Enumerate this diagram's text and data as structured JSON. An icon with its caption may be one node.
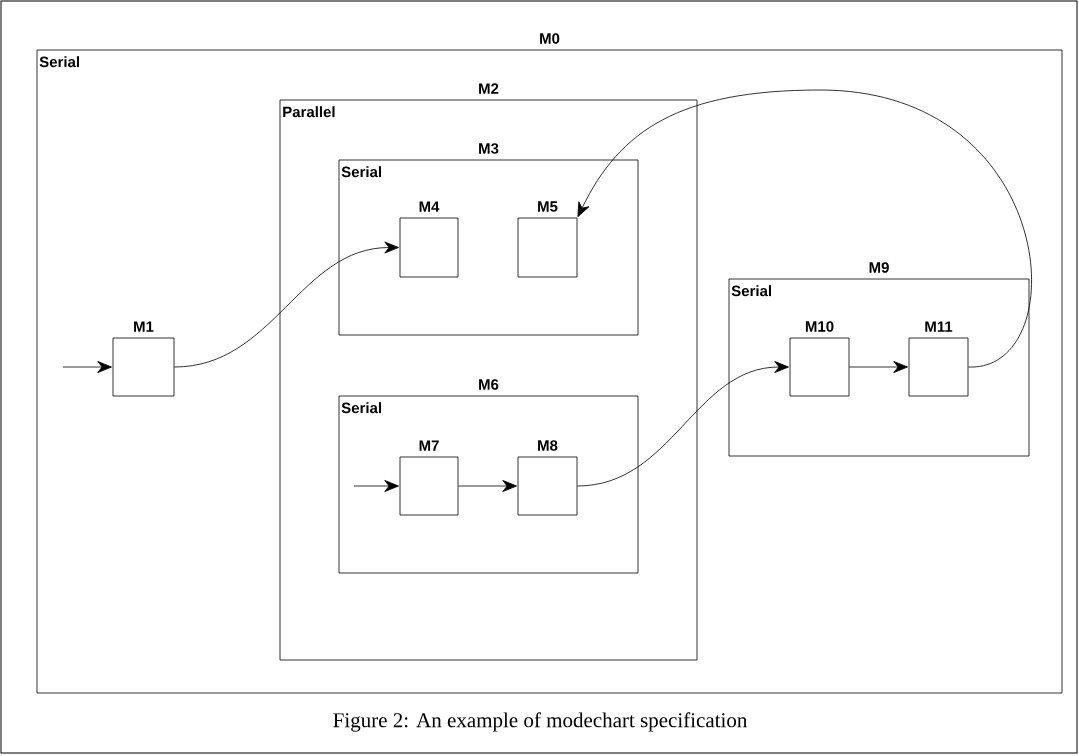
{
  "diagram": {
    "caption": "Figure 2: An example of modechart specification",
    "nodes": [
      {
        "text": [
          "M0",
          "Serial"
        ]
      },
      {
        "text": [
          "M1"
        ],
        "in": 0
      },
      {
        "text": [
          "M2",
          "Parallel"
        ],
        "in": 0
      },
      {
        "text": [
          "M3",
          "Serial"
        ],
        "in": 2
      },
      {
        "text": [
          "M4"
        ],
        "in": 3
      },
      {
        "text": [
          "M5"
        ],
        "in": 3
      },
      {
        "text": [
          "M6",
          "Serial"
        ],
        "in": 2
      },
      {
        "text": [
          "M7"
        ],
        "in": 6
      },
      {
        "text": [
          "M8"
        ],
        "in": 6
      },
      {
        "text": [
          "M9",
          "Serial"
        ],
        "in": 0
      },
      {
        "text": [
          "M10"
        ],
        "in": 9
      },
      {
        "text": [
          "M11"
        ],
        "in": 9
      }
    ],
    "edges": [
      {
        "from": null,
        "to": 1,
        "arrow": "to"
      },
      {
        "from": 1,
        "to": 4,
        "arrow": "to"
      },
      {
        "from": null,
        "to": 7,
        "arrow": "to"
      },
      {
        "from": 7,
        "to": 8,
        "arrow": "to"
      },
      {
        "from": 8,
        "to": 10,
        "arrow": "to"
      },
      {
        "from": 10,
        "to": 11,
        "arrow": "to"
      },
      {
        "from": 11,
        "to": 5,
        "arrow": "to"
      }
    ]
  }
}
